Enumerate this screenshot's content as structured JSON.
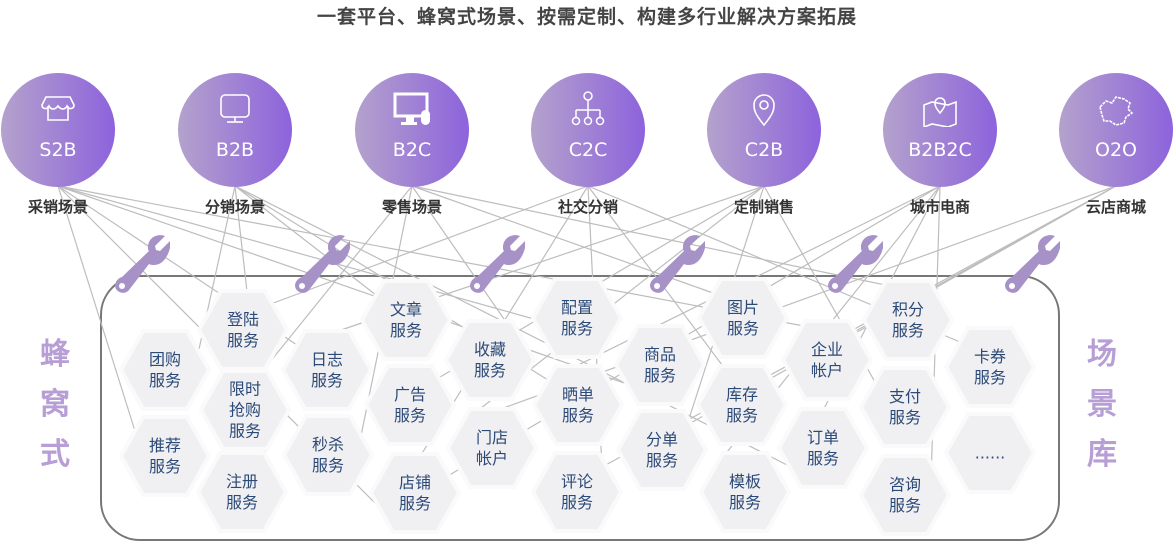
{
  "title": "一套平台、蜂窝式场景、按需定制、构建多行业解决方案拓展",
  "nodes": [
    {
      "code": "S2B",
      "scene": "采销场景",
      "icon": "store-icon"
    },
    {
      "code": "B2B",
      "scene": "分销场景",
      "icon": "monitor-icon"
    },
    {
      "code": "B2C",
      "scene": "零售场景",
      "icon": "desktop-mouse-icon"
    },
    {
      "code": "C2C",
      "scene": "社交分销",
      "icon": "network-icon"
    },
    {
      "code": "C2B",
      "scene": "定制销售",
      "icon": "location-pin-icon"
    },
    {
      "code": "B2B2C",
      "scene": "城市电商",
      "icon": "map-pin-icon"
    },
    {
      "code": "O2O",
      "scene": "云店商城",
      "icon": "china-map-icon"
    }
  ],
  "side_left": [
    "蜂",
    "窝",
    "式"
  ],
  "side_right": [
    "场",
    "景",
    "库"
  ],
  "services": [
    "团购\n服务",
    "推荐\n服务",
    "登陆\n服务",
    "限时\n抢购\n服务",
    "注册\n服务",
    "日志\n服务",
    "秒杀\n服务",
    "文章\n服务",
    "广告\n服务",
    "店铺\n服务",
    "收藏\n服务",
    "门店\n帐户",
    "配置\n服务",
    "晒单\n服务",
    "评论\n服务",
    "商品\n服务",
    "分单\n服务",
    "图片\n服务",
    "库存\n服务",
    "模板\n服务",
    "企业\n帐户",
    "订单\n服务",
    "积分\n服务",
    "支付\n服务",
    "咨询\n服务",
    "卡券\n服务",
    "......"
  ],
  "colors": {
    "accent": "#8d63dc",
    "hex_text": "#2c4a78",
    "side_text": "#b79ed5"
  }
}
